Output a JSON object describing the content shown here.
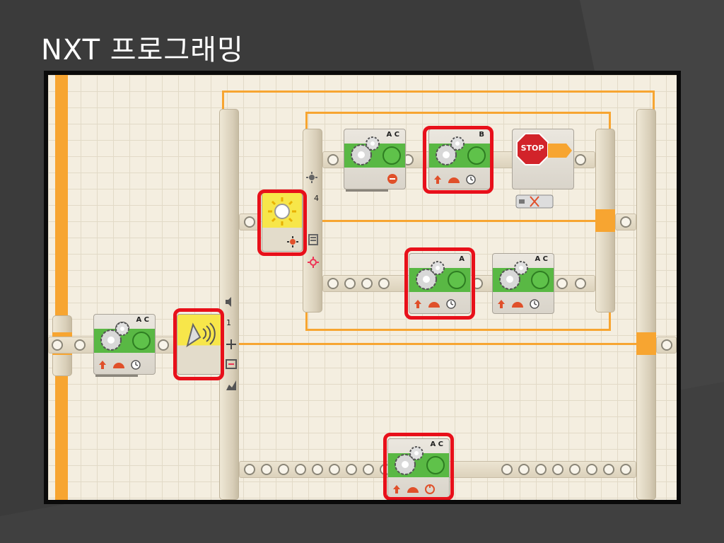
{
  "slide": {
    "title": "NXT 프로그래밍"
  },
  "blocks": {
    "motor_start": {
      "ports": "A C"
    },
    "motor_top1": {
      "ports": "A C"
    },
    "motor_top2": {
      "ports": "B"
    },
    "motor_mid1": {
      "ports": "A"
    },
    "motor_mid2": {
      "ports": "A C"
    },
    "motor_bottom": {
      "ports": "A C"
    },
    "stop_block": {
      "label": "STOP"
    }
  },
  "switches": {
    "outer_number": "1",
    "inner_number": "4"
  },
  "colors": {
    "background": "#3c3c3c",
    "canvas": "#f4eee0",
    "wire": "#f7a531",
    "motor_green": "#59b844",
    "highlight": "#e8101a",
    "sensor_yellow": "#f7e64a"
  },
  "icons": [
    "gear-icon",
    "light-sensor-icon",
    "sound-sensor-icon",
    "stop-sign-icon",
    "direction-arrow-icon",
    "power-icon",
    "duration-icon"
  ]
}
